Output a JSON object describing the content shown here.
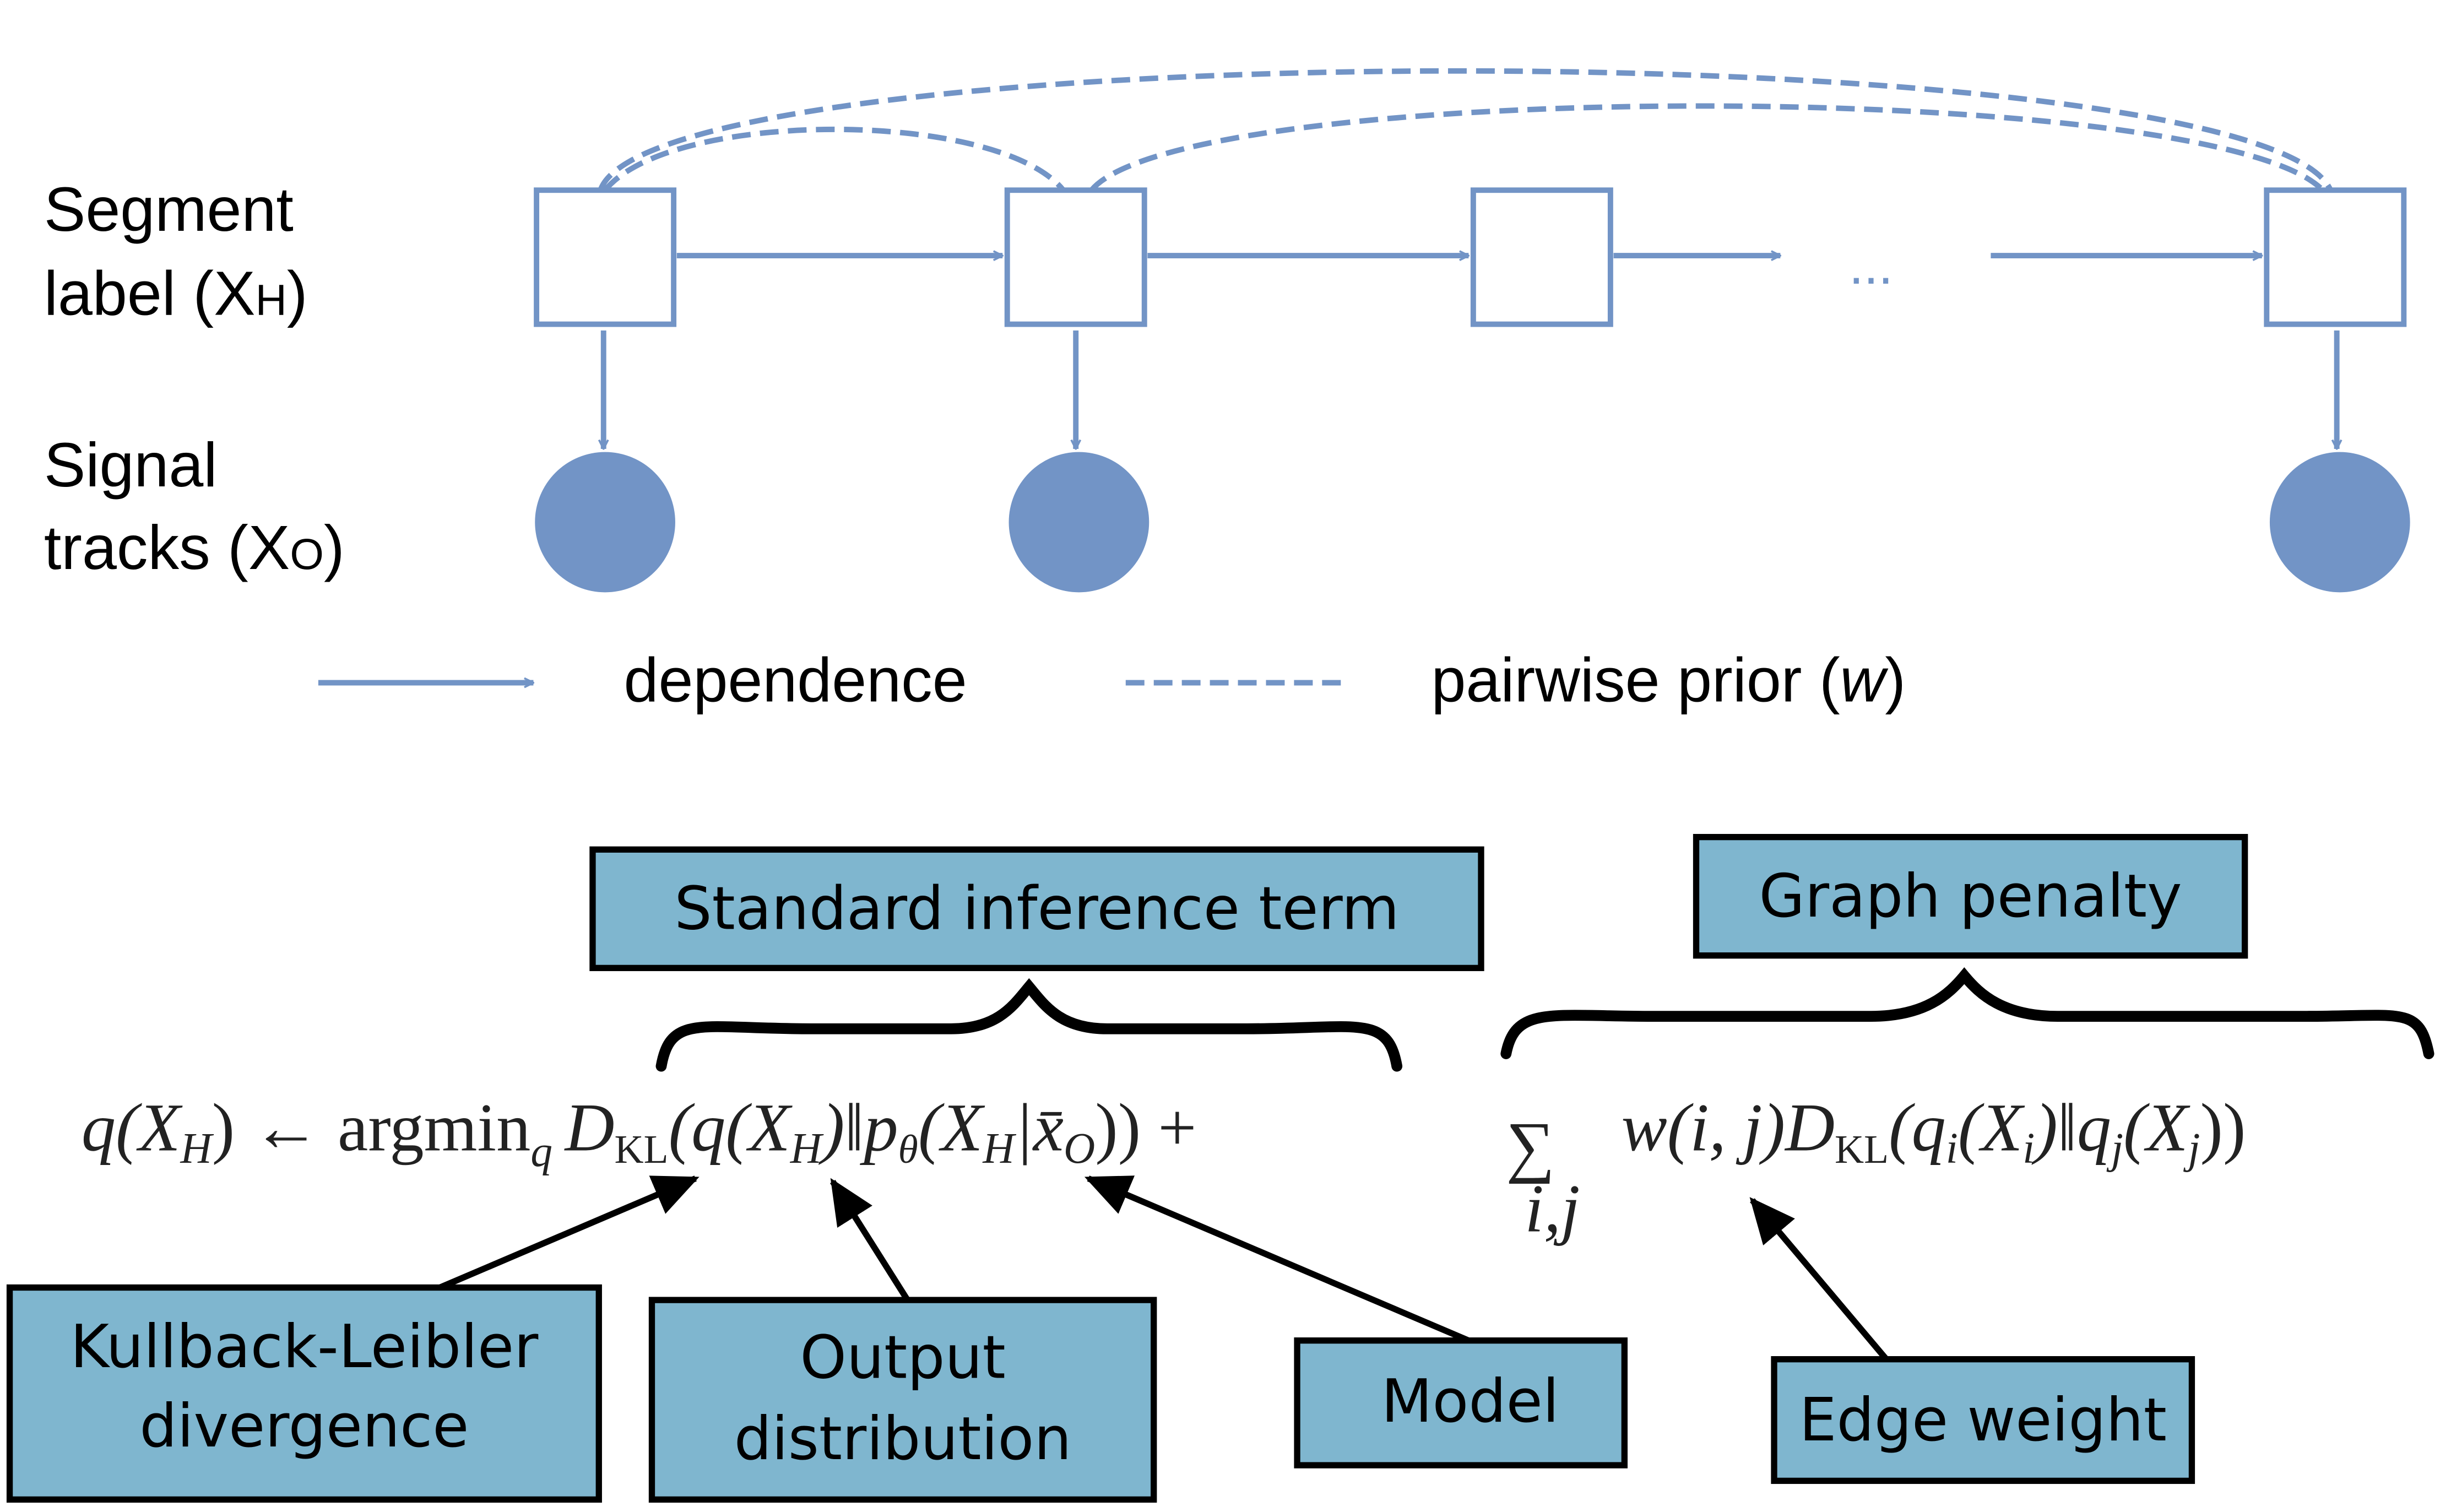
{
  "diagram": {
    "row_labels": {
      "segment": {
        "line1": "Segment",
        "line2": "label (X",
        "sub": "H",
        "close": ")"
      },
      "signal": {
        "line1": "Signal",
        "line2": "tracks (X",
        "sub": "O",
        "close": ")"
      }
    },
    "ellipsis": "...",
    "legend": {
      "dependence": "dependence",
      "pairwise_prior": "pairwise prior (",
      "pairwise_prior_var": "w",
      "pairwise_prior_close": ")"
    },
    "colors": {
      "node": "#7294c6",
      "callout_fill": "#7fb6cf",
      "callout_border": "#000000"
    }
  },
  "formula": {
    "lhs": "q(X",
    "lhs_sub": "H",
    "lhs_close": ") ← argmin",
    "argmin_sub": "q",
    "dkl": "D",
    "dkl_sub": "KL",
    "term1": "(q(X",
    "term1_sub": "H",
    "term1_mid": ")‖p",
    "theta_sub": "θ",
    "term1_rest": "(X",
    "term1_rest_sub": "H",
    "term1_bar": "|x̄",
    "term1_bar_sub": "O",
    "term1_close": ")) +",
    "sum": "∑",
    "sum_sub": "i,j",
    "term2": "w(i, j)D",
    "term2_sub": "KL",
    "term2_a": "(q",
    "term2_a_sub": "i",
    "term2_b": "(X",
    "term2_b_sub": "i",
    "term2_c": ")‖q",
    "term2_c_sub": "j",
    "term2_d": "(X",
    "term2_d_sub": "j",
    "term2_close": "))"
  },
  "callouts": {
    "standard_inference": "Standard inference term",
    "graph_penalty": "Graph penalty",
    "kl_line1": "Kullback-Leibler",
    "kl_line2": "divergence",
    "output_line1": "Output",
    "output_line2": "distribution",
    "model": "Model",
    "edge_weight": "Edge weight"
  }
}
